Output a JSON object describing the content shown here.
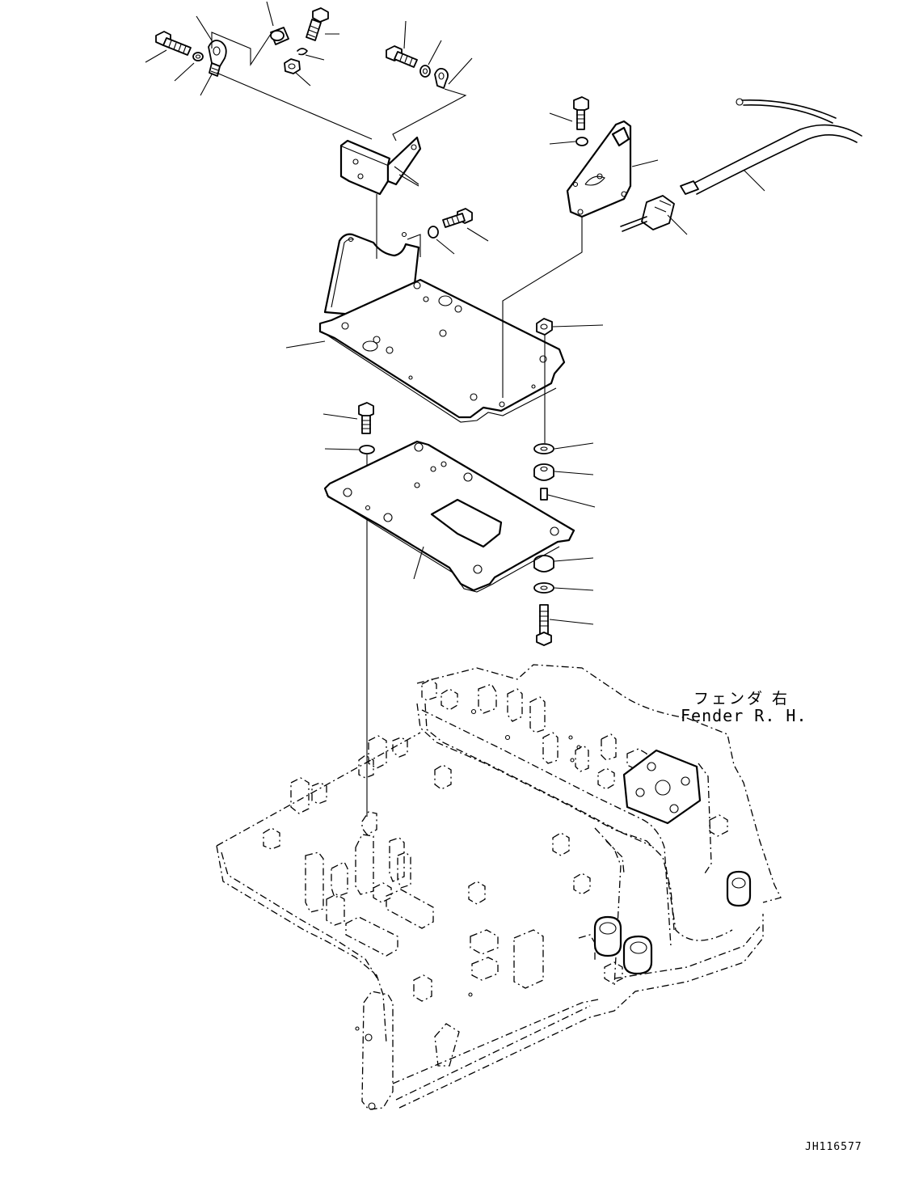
{
  "annotations": {
    "fender_label_jp": "フェンダ 右",
    "fender_label_en": "Fender R. H.",
    "drawing_number": "JH116577"
  }
}
